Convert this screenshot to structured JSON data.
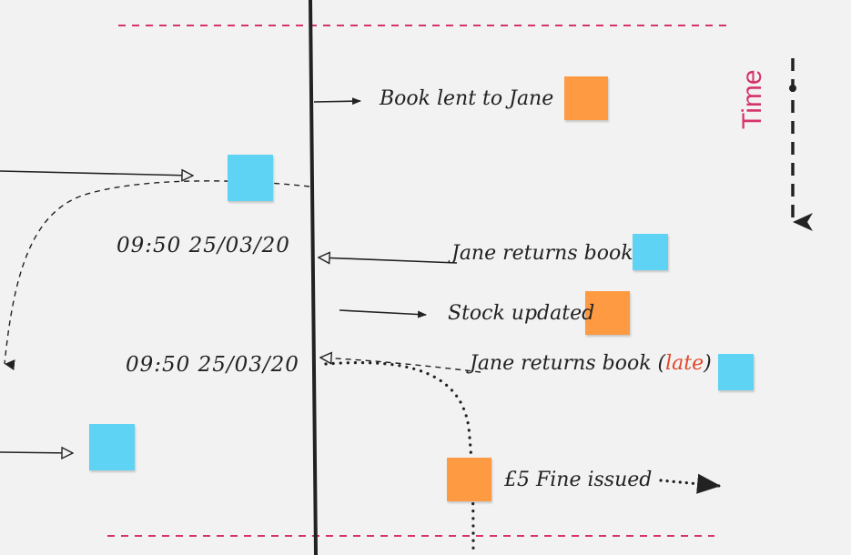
{
  "colors": {
    "orange_note": "#fd9a42",
    "blue_note": "#5fd3f3",
    "boundary_dash": "#d6336c",
    "time_label": "#d6336c",
    "late_text": "#e0482a",
    "lines": "#222222"
  },
  "time_label": "Time",
  "events": {
    "book_lent": "Book lent to Jane",
    "jane_returns": "Jane returns book",
    "stock_updated": "Stock updated",
    "jane_returns_late_prefix": "Jane returns book (",
    "late_word": "late",
    "jane_returns_late_suffix": ")",
    "fine_issued": "£5 Fine issued"
  },
  "timestamps": {
    "first": "09:50 25/03/20",
    "second": "09:50 25/03/20"
  }
}
